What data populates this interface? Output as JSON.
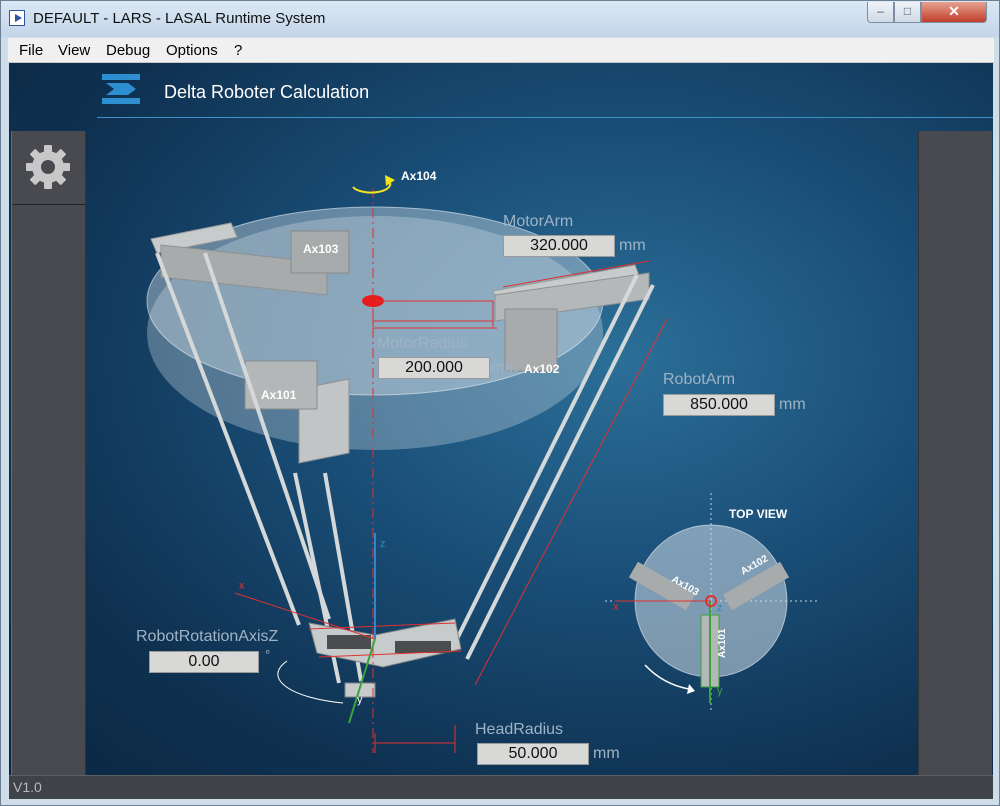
{
  "window": {
    "title": "DEFAULT - LARS - LASAL Runtime System",
    "minimize": "–",
    "maximize": "□",
    "close": "✕"
  },
  "menu": [
    {
      "label": "File"
    },
    {
      "label": "View"
    },
    {
      "label": "Debug"
    },
    {
      "label": "Options"
    },
    {
      "label": "?"
    }
  ],
  "header": {
    "title": "Delta Roboter Calculation"
  },
  "params": {
    "motor_arm": {
      "label": "MotorArm",
      "value": "320.000",
      "unit": "mm"
    },
    "motor_radius": {
      "label": "MotorRadius",
      "value": "200.000",
      "unit": "mm"
    },
    "robot_arm": {
      "label": "RobotArm",
      "value": "850.000",
      "unit": "mm"
    },
    "rotation_axis_z": {
      "label": "RobotRotationAxisZ",
      "value": "0.00",
      "unit": "°"
    },
    "head_radius": {
      "label": "HeadRadius",
      "value": "50.000",
      "unit": "mm"
    }
  },
  "diagram": {
    "axes": {
      "ax101": "Ax101",
      "ax102": "Ax102",
      "ax103": "Ax103",
      "ax104": "Ax104"
    },
    "axis_letters": {
      "x": "x",
      "y": "y",
      "z": "z"
    },
    "top_view": {
      "title": "TOP VIEW",
      "ax101": "Ax101",
      "ax102": "Ax102",
      "ax103": "Ax103",
      "x": "x",
      "y": "y",
      "z": "z"
    }
  },
  "status": {
    "version": "V1.0"
  },
  "icons": [
    "app-icon",
    "logo-icon",
    "gear-icon",
    "rotation-arrow-icon"
  ],
  "colors": {
    "accent": "#3d93c5",
    "panel": "#484a4f",
    "motor_marker": "#e51d1d",
    "rotation": "#f2e51d",
    "z_axis": "#2f86c9",
    "y_axis": "#3aa33a",
    "x_axis": "#e03030"
  }
}
